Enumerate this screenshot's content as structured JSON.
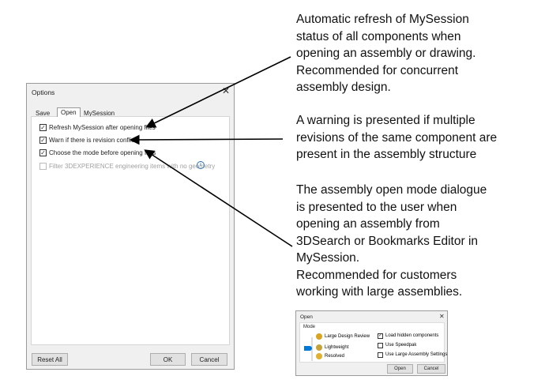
{
  "options_dialog": {
    "title": "Options",
    "close_icon": "close-icon",
    "tabs": [
      {
        "label": "Save"
      },
      {
        "label": "Open",
        "active": true
      },
      {
        "label": "MySession"
      }
    ],
    "checkboxes": [
      {
        "label": "Refresh MySession after opening files",
        "checked": true,
        "enabled": true
      },
      {
        "label": "Warn if there is revision conflict",
        "checked": true,
        "enabled": true
      },
      {
        "label": "Choose the mode before opening files",
        "checked": true,
        "enabled": true
      },
      {
        "label": "Filter 3DEXPERIENCE engineering items with no geometry",
        "checked": false,
        "enabled": false
      }
    ],
    "info_icon": "info-icon",
    "buttons": {
      "reset_all": "Reset All",
      "ok": "OK",
      "cancel": "Cancel"
    }
  },
  "annotations": [
    {
      "lines": [
        "Automatic refresh of MySession",
        "status of all components when",
        "opening an assembly or drawing.",
        "Recommended for concurrent",
        "assembly design."
      ]
    },
    {
      "lines": [
        "A warning is presented if multiple",
        "revisions of the same component are",
        "present in the assembly structure"
      ]
    },
    {
      "lines": [
        "The assembly open mode dialogue",
        "is presented to the user when",
        "opening an assembly from",
        "3DSearch or Bookmarks Editor in",
        "MySession.",
        "Recommended for customers",
        "working with large assemblies."
      ]
    }
  ],
  "open_dialog": {
    "title": "Open",
    "group_label": "Mode",
    "modes": [
      {
        "label": "Large Design Review"
      },
      {
        "label": "Lightweight",
        "selected": true
      },
      {
        "label": "Resolved"
      }
    ],
    "options": [
      {
        "label": "Load hidden components",
        "checked": true
      },
      {
        "label": "Use Speedpak",
        "checked": false
      },
      {
        "label": "Use Large Assembly Settings",
        "checked": false
      }
    ],
    "buttons": {
      "open": "Open",
      "cancel": "Cancel"
    }
  },
  "colors": {
    "accent": "#0078d7",
    "arrow": "#000000"
  }
}
